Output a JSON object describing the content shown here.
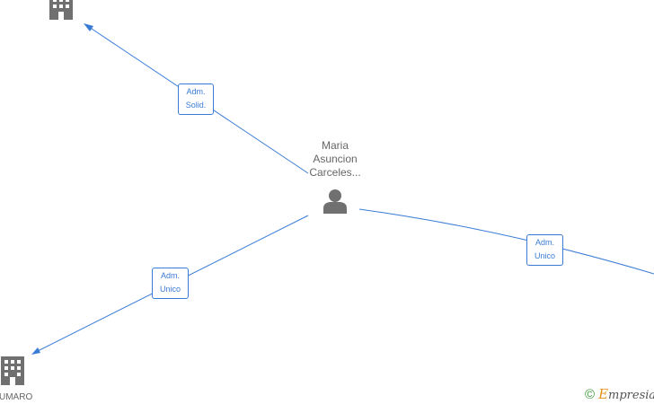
{
  "center_person": {
    "name_lines": [
      "Maria",
      "Asuncion",
      "Carceles..."
    ],
    "icon": "person-icon"
  },
  "companies": [
    {
      "id": "top-left",
      "label": "",
      "icon": "building-icon"
    },
    {
      "id": "bottom-left",
      "label": "UMARO",
      "icon": "building-icon"
    },
    {
      "id": "right",
      "label": "",
      "icon": "building-icon"
    }
  ],
  "edges": [
    {
      "target": "top-left",
      "role_lines": [
        "Adm.",
        "Solid."
      ]
    },
    {
      "target": "bottom-left",
      "role_lines": [
        "Adm.",
        "Unico"
      ]
    },
    {
      "target": "right",
      "role_lines": [
        "Adm.",
        "Unico"
      ]
    }
  ],
  "watermark": {
    "symbol": "©",
    "brand_initial": "E",
    "brand_rest": "mpresia"
  },
  "colors": {
    "edge": "#3a7bd5",
    "node_icon": "#707070",
    "label_text": "#666666",
    "brand_initial": "#e8921e",
    "copyright": "#3a9a3a"
  }
}
